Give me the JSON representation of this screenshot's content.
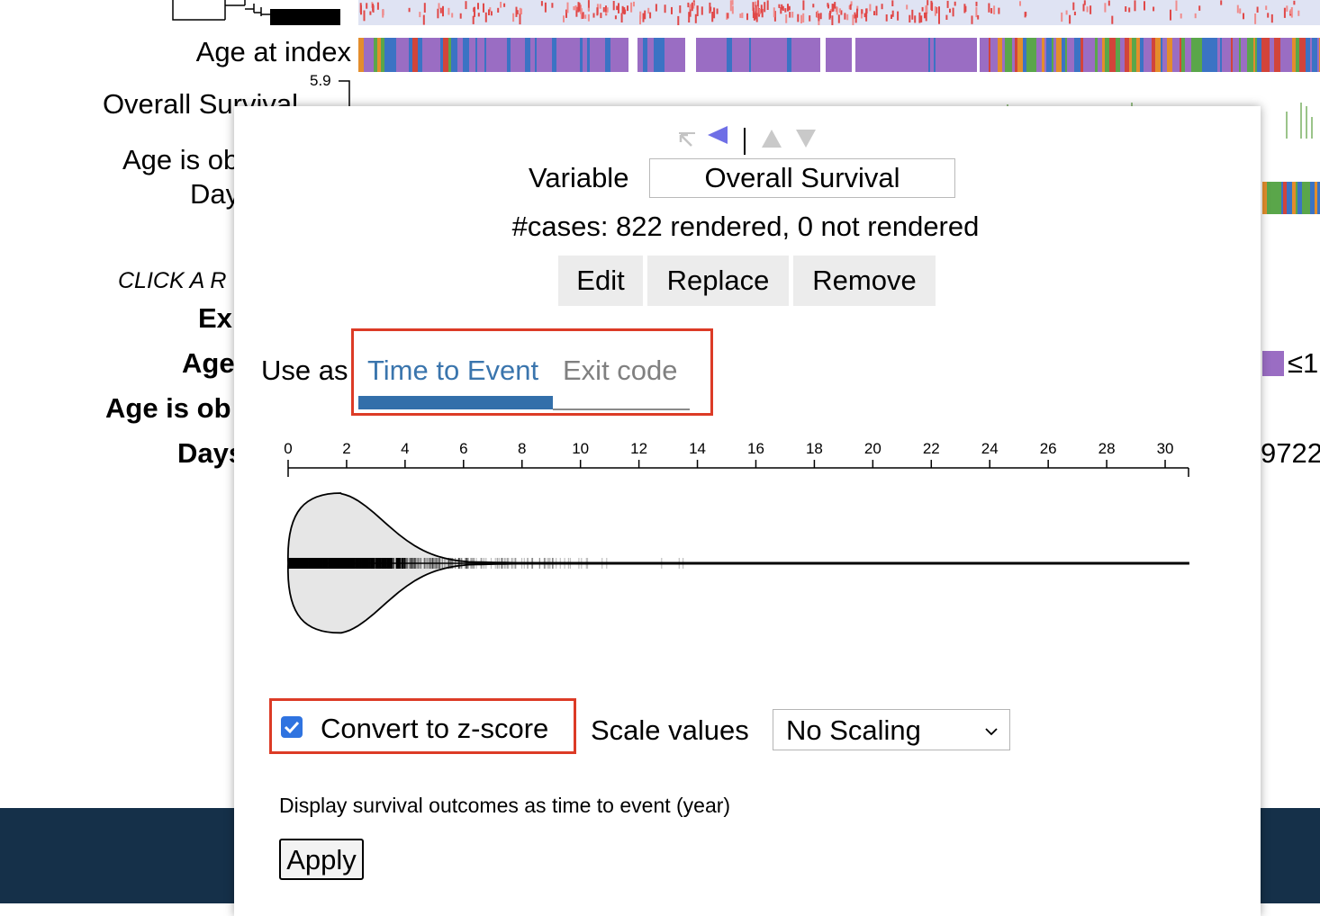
{
  "matrix": {
    "rows": {
      "age_at_index": "Age at index",
      "overall_survival": "Overall Survival",
      "age_is_obfuscated_partial": "Age is ob",
      "days_partial": "Day"
    },
    "survival_max_tick": "5.9"
  },
  "legend": {
    "click_hint_partial": "CLICK A R",
    "ex_partial": "Ex",
    "age_partial": "Age",
    "age_is_ob_partial": "Age is ob",
    "days_partial": "Days",
    "age_swatch_value": "≤1",
    "days_value_partial": "9722"
  },
  "popup": {
    "nav_icons": [
      "go-to-top-left-icon",
      "left-arrow-icon",
      "separator",
      "up-arrow-icon",
      "down-arrow-icon"
    ],
    "variable_label": "Variable",
    "variable_value": "Overall Survival",
    "cases_text": "#cases: 822 rendered, 0 not rendered",
    "buttons": {
      "edit": "Edit",
      "replace": "Replace",
      "remove": "Remove"
    },
    "use_as_label": "Use as",
    "tabs": {
      "active": "Time to Event",
      "inactive": "Exit code"
    },
    "axis": {
      "ticks": [
        "0",
        "2",
        "4",
        "6",
        "8",
        "10",
        "12",
        "14",
        "16",
        "18",
        "20",
        "22",
        "24",
        "26",
        "28",
        "30"
      ],
      "min": 0,
      "max": 30.8
    },
    "zscore_label": "Convert to z-score",
    "zscore_checked": true,
    "scale_label": "Scale values",
    "scale_value": "No Scaling",
    "description": "Display survival outcomes as time to event (year)",
    "apply_label": "Apply"
  },
  "colors": {
    "accent": "#3a75ad",
    "highlight_border": "#dc3b26",
    "footer": "#153049",
    "checkbox": "#2f73e0",
    "age_purple": "#9a6dc3"
  }
}
